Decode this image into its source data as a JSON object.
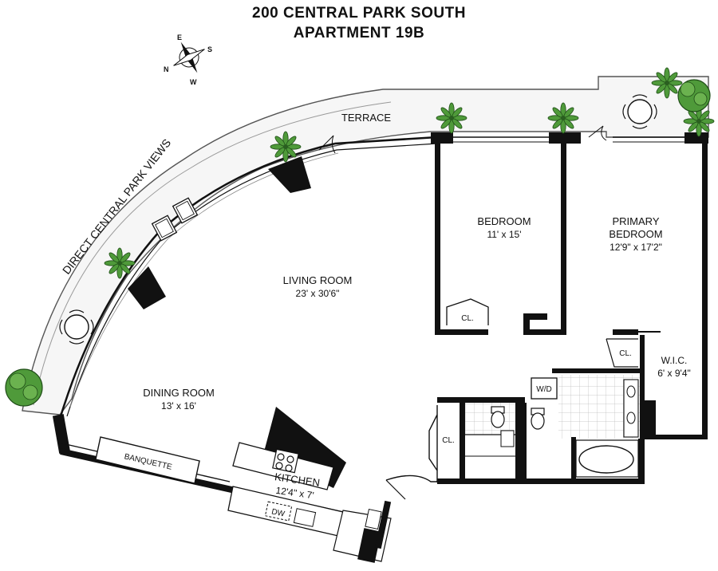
{
  "header": {
    "building": "200 CENTRAL PARK SOUTH",
    "apartment": "APARTMENT 19B"
  },
  "compass": {
    "n": "N",
    "e": "E",
    "s": "S",
    "w": "W"
  },
  "exterior": {
    "terrace": "TERRACE",
    "views": "DIRECT CENTRAL PARK VIEWS"
  },
  "rooms": {
    "living": {
      "name": "LIVING ROOM",
      "size": "23' x 30'6\""
    },
    "dining": {
      "name": "DINING ROOM",
      "size": "13' x 16'"
    },
    "bedroom": {
      "name": "BEDROOM",
      "size": "11' x 15'"
    },
    "primary": {
      "name_line1": "PRIMARY",
      "name_line2": "BEDROOM",
      "size": "12'9\" x 17'2\""
    },
    "wic": {
      "name": "W.I.C.",
      "size": "6' x 9'4\""
    },
    "kitchen": {
      "name": "KITCHEN",
      "size": "12'4\" x 7'"
    }
  },
  "fixtures": {
    "closet": "CL.",
    "washer_dryer": "W/D",
    "dishwasher": "DW",
    "banquette": "BANQUETTE"
  },
  "colors": {
    "wall": "#111111",
    "plant": "#3c7a2c",
    "terrace_edge": "#666666"
  }
}
